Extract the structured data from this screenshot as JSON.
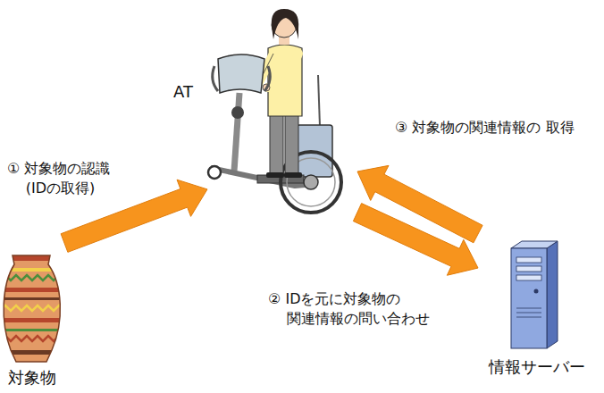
{
  "diagram": {
    "nodes": [
      {
        "text": [
          "AT"
        ]
      },
      {
        "text": [
          "対象物"
        ]
      },
      {
        "text": [
          "情報サーバー"
        ]
      }
    ],
    "edges": [
      {
        "from": 1,
        "to": 0,
        "arrow": "to",
        "label": "① 対象物の認識 (IDの取得)"
      },
      {
        "from": 0,
        "to": 2,
        "arrow": "to",
        "label": "② IDを元に対象物の 関連情報の問い合わせ"
      },
      {
        "from": 2,
        "to": 0,
        "arrow": "to",
        "label": "③ 対象物の関連情報の 取得"
      }
    ]
  }
}
